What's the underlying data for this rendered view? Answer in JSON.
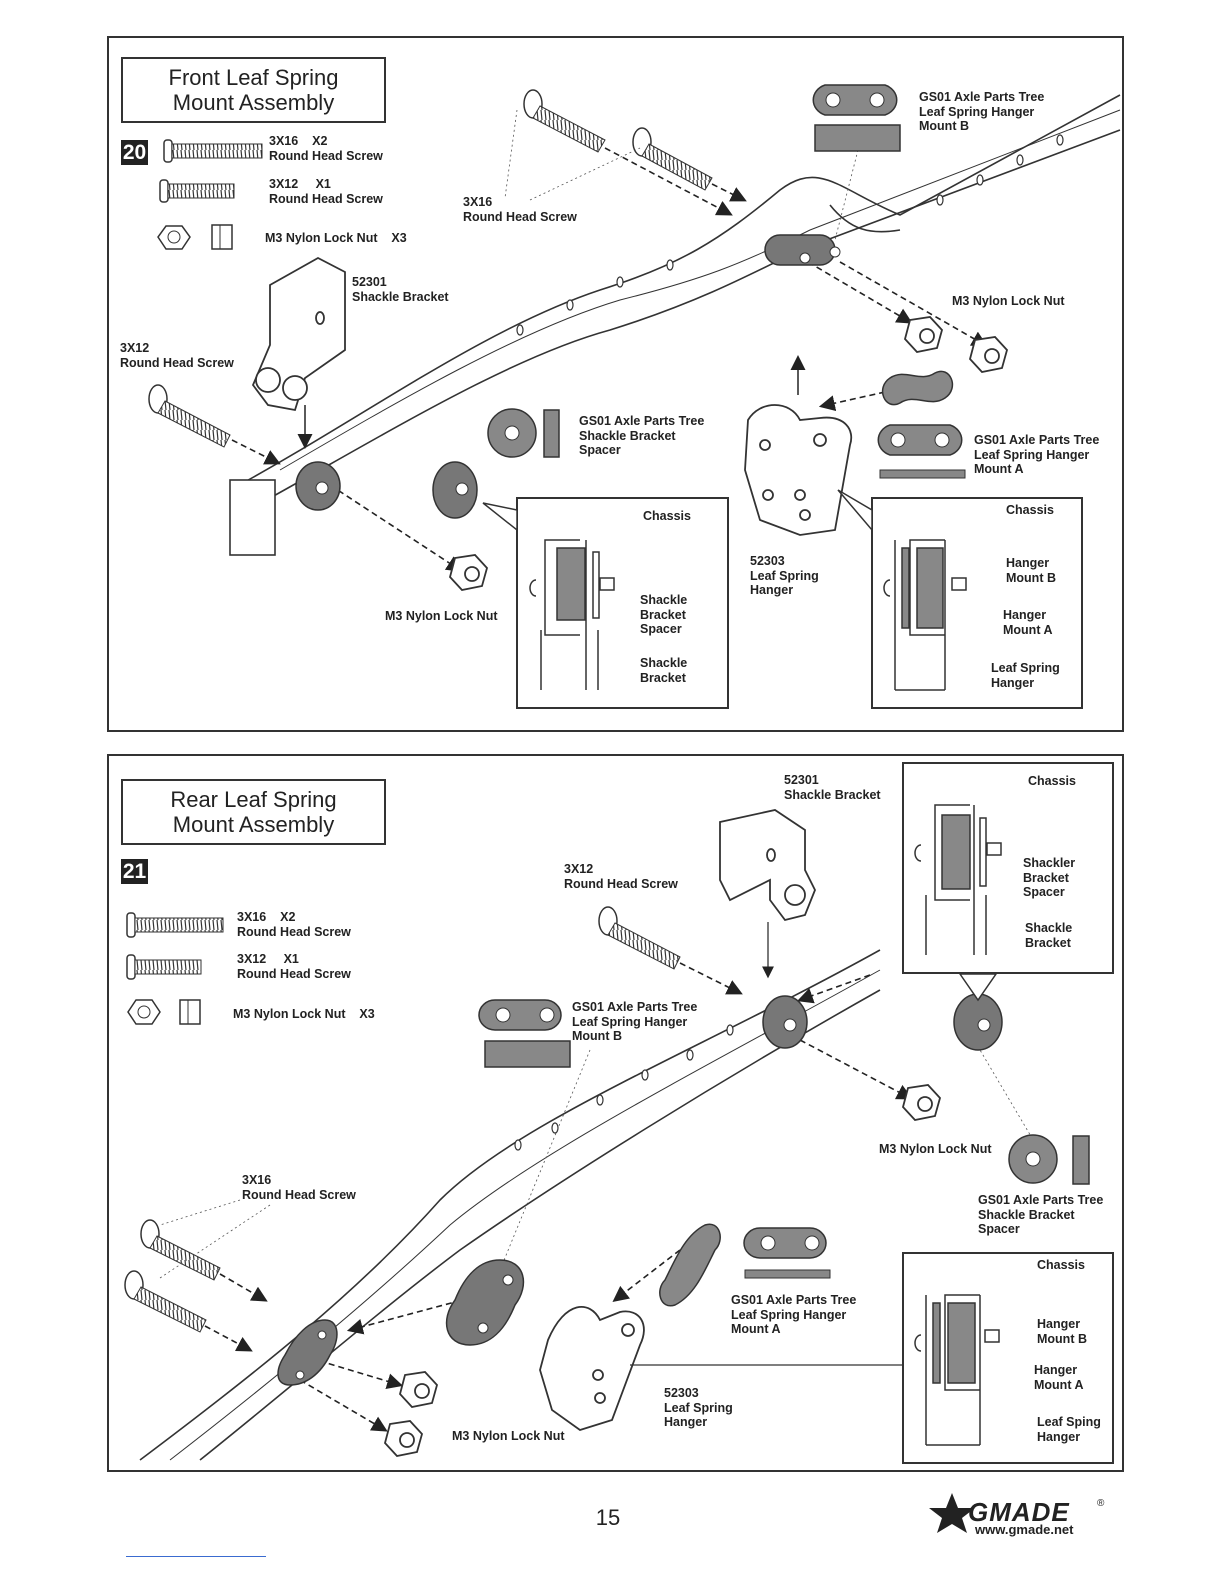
{
  "page": {
    "number": "15",
    "brand": "GMADE",
    "registered": "®",
    "url": "www.gmade.net"
  },
  "step20": {
    "title": [
      "Front Leaf Spring",
      "Mount Assembly"
    ],
    "step_number": "20",
    "parts": [
      {
        "size": "3X16",
        "qty": "X2",
        "name": "Round Head Screw"
      },
      {
        "size": "3X12",
        "qty": "X1",
        "name": "Round Head Screw"
      },
      {
        "name": "M3 Nylon Lock Nut",
        "qty": "X3"
      }
    ],
    "labels": {
      "screw_3x16": [
        "3X16",
        "Round Head Screw"
      ],
      "screw_3x12": [
        "3X12",
        "Round Head Screw"
      ],
      "bracket_52301": [
        "52301",
        "Shackle Bracket"
      ],
      "mount_b_tree": [
        "GS01 Axle Parts Tree",
        "Leaf Spring Hanger",
        "Mount B"
      ],
      "nut_top": "M3 Nylon Lock Nut",
      "spacer_tree": [
        "GS01 Axle Parts Tree",
        "Shackle Bracket",
        "Spacer"
      ],
      "mount_a_tree": [
        "GS01 Axle Parts Tree",
        "Leaf Spring Hanger",
        "Mount A"
      ],
      "hanger_52303": [
        "52303",
        "Leaf Spring",
        "Hanger"
      ],
      "nut_bottom": "M3 Nylon Lock Nut"
    },
    "inset_left": {
      "chassis": "Chassis",
      "spacer": [
        "Shackle",
        "Bracket",
        "Spacer"
      ],
      "bracket": [
        "Shackle",
        "Bracket"
      ]
    },
    "inset_right": {
      "chassis": "Chassis",
      "mount_b": [
        "Hanger",
        "Mount B"
      ],
      "mount_a": [
        "Hanger",
        "Mount A"
      ],
      "hanger": [
        "Leaf Spring",
        "Hanger"
      ]
    }
  },
  "step21": {
    "title": [
      "Rear Leaf Spring",
      "Mount Assembly"
    ],
    "step_number": "21",
    "parts": [
      {
        "size": "3X16",
        "qty": "X2",
        "name": "Round Head Screw"
      },
      {
        "size": "3X12",
        "qty": "X1",
        "name": "Round Head Screw"
      },
      {
        "name": "M3 Nylon Lock Nut",
        "qty": "X3"
      }
    ],
    "labels": {
      "bracket_52301": [
        "52301",
        "Shackle Bracket"
      ],
      "screw_3x12": [
        "3X12",
        "Round Head Screw"
      ],
      "mount_b_tree": [
        "GS01 Axle Parts Tree",
        "Leaf Spring Hanger",
        "Mount B"
      ],
      "nut_right": "M3 Nylon Lock Nut",
      "spacer_tree": [
        "GS01 Axle Parts Tree",
        "Shackle Bracket",
        "Spacer"
      ],
      "screw_3x16": [
        "3X16",
        "Round Head Screw"
      ],
      "mount_a_tree": [
        "GS01 Axle Parts Tree",
        "Leaf Spring Hanger",
        "Mount A"
      ],
      "hanger_52303": [
        "52303",
        "Leaf Spring",
        "Hanger"
      ],
      "nut_bottom": "M3 Nylon Lock Nut"
    },
    "inset_top": {
      "chassis": "Chassis",
      "spacer": [
        "Shackler",
        "Bracket",
        "Spacer"
      ],
      "bracket": [
        "Shackle",
        "Bracket"
      ]
    },
    "inset_bottom": {
      "chassis": "Chassis",
      "mount_b": [
        "Hanger",
        "Mount B"
      ],
      "mount_a": [
        "Hanger",
        "Mount A"
      ],
      "hanger": [
        "Leaf Sping",
        "Hanger"
      ]
    }
  }
}
